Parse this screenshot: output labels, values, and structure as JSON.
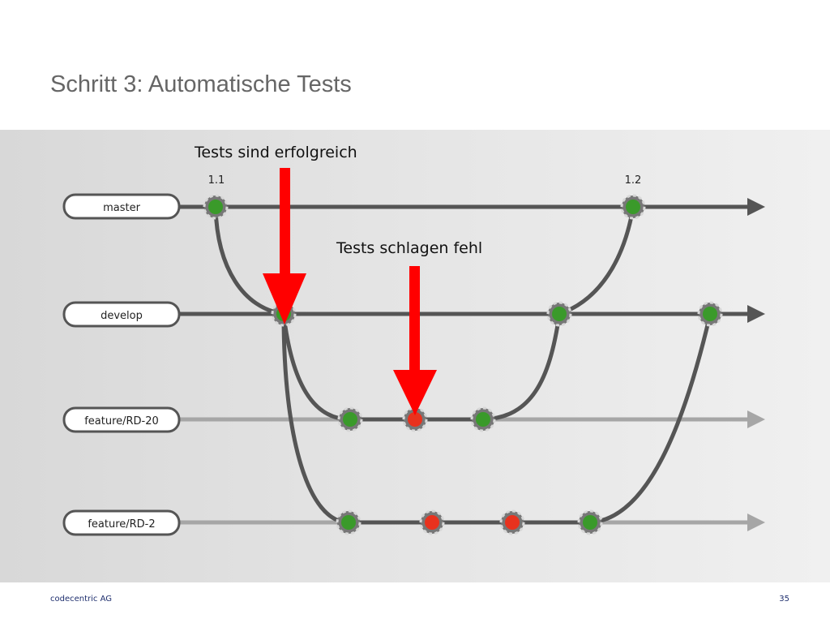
{
  "slide": {
    "title": "Schritt 3: Automatische Tests",
    "footer_company": "codecentric AG",
    "page_number": "35"
  },
  "branches": [
    {
      "id": "master",
      "label": "master",
      "active": true
    },
    {
      "id": "develop",
      "label": "develop",
      "active": true
    },
    {
      "id": "feature-rd-20",
      "label": "feature/RD-20",
      "active": false
    },
    {
      "id": "feature-rd-2",
      "label": "feature/RD-2",
      "active": false
    }
  ],
  "tags": [
    {
      "id": "tag-1-1",
      "label": "1.1"
    },
    {
      "id": "tag-1-2",
      "label": "1.2"
    }
  ],
  "callouts": [
    {
      "id": "tests-success",
      "text": "Tests sind erfolgreich"
    },
    {
      "id": "tests-fail",
      "text": "Tests schlagen fehl"
    }
  ],
  "commits": [
    {
      "branch": "master",
      "status": "passed"
    },
    {
      "branch": "master",
      "status": "passed"
    },
    {
      "branch": "develop",
      "status": "passed"
    },
    {
      "branch": "develop",
      "status": "passed"
    },
    {
      "branch": "develop",
      "status": "passed"
    },
    {
      "branch": "feature/RD-20",
      "status": "passed"
    },
    {
      "branch": "feature/RD-20",
      "status": "failed"
    },
    {
      "branch": "feature/RD-20",
      "status": "passed"
    },
    {
      "branch": "feature/RD-2",
      "status": "passed"
    },
    {
      "branch": "feature/RD-2",
      "status": "failed"
    },
    {
      "branch": "feature/RD-2",
      "status": "failed"
    },
    {
      "branch": "feature/RD-2",
      "status": "passed"
    }
  ],
  "colors": {
    "passed": "#3a9a2a",
    "failed": "#e8321e",
    "arrow": "#ff0000",
    "active_line": "#555555",
    "inactive_line": "#a6a6a6"
  }
}
